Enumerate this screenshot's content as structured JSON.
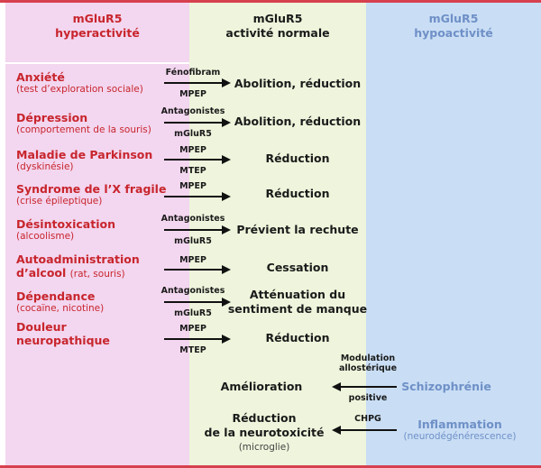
{
  "headers": {
    "hyper": [
      "mGluR5",
      "hyperactivité"
    ],
    "normal": [
      "mGluR5",
      "activité normale"
    ],
    "hypo": [
      "mGluR5",
      "hypoactivité"
    ]
  },
  "rows": [
    {
      "name": [
        "Anxiété"
      ],
      "inline": "",
      "sub": "(test d’exploration sociale)",
      "drug_top": "Fénofibram",
      "drug_bottom": "MPEP",
      "result": [
        "Abolition, réduction"
      ]
    },
    {
      "name": [
        "Dépression"
      ],
      "inline": "",
      "sub": "(comportement de la souris)",
      "drug_top": "Antagonistes",
      "drug_bottom": "mGluR5",
      "result": [
        "Abolition, réduction"
      ]
    },
    {
      "name": [
        "Maladie de Parkinson"
      ],
      "inline": "",
      "sub": "(dyskinésie)",
      "drug_top": "MPEP",
      "drug_bottom": "MTEP",
      "result": [
        "Réduction"
      ]
    },
    {
      "name": [
        "Syndrome de l’X fragile"
      ],
      "inline": "",
      "sub": "(crise épileptique)",
      "drug_top": "MPEP",
      "drug_bottom": "",
      "result": [
        "Réduction"
      ]
    },
    {
      "name": [
        "Désintoxication"
      ],
      "inline": "",
      "sub": "(alcoolisme)",
      "drug_top": "Antagonistes",
      "drug_bottom": "mGluR5",
      "result": [
        "Prévient la rechute"
      ]
    },
    {
      "name": [
        "Autoadministration",
        "d’alcool"
      ],
      "inline": "(rat, souris)",
      "sub": "",
      "drug_top": "MPEP",
      "drug_bottom": "",
      "result": [
        "Cessation"
      ]
    },
    {
      "name": [
        "Dépendance"
      ],
      "inline": "",
      "sub": "(cocaïne, nicotine)",
      "drug_top": "Antagonistes",
      "drug_bottom": "mGluR5",
      "result": [
        "Atténuation du",
        "sentiment de manque"
      ]
    },
    {
      "name": [
        "Douleur",
        "neuropathique"
      ],
      "inline": "",
      "sub": "",
      "drug_top": "MPEP",
      "drug_bottom": "MTEP",
      "result": [
        "Réduction"
      ]
    }
  ],
  "hypo_rows": [
    {
      "condition": "Schizophrénie",
      "sub": "",
      "drug": [
        "Modulation",
        "allostérique",
        "positive"
      ],
      "result": [
        "Amélioration"
      ],
      "result_sub": ""
    },
    {
      "condition": "Inflammation",
      "sub": "(neurodégénérescence)",
      "drug": [
        "CHPG"
      ],
      "result": [
        "Réduction",
        "de la neurotoxicité"
      ],
      "result_sub": "(microglie)"
    }
  ],
  "colors": {
    "red": "#c8252d",
    "blue": "#6f90c7",
    "hyper_bg": "#f3d6ef",
    "normal_bg": "#eef5dc",
    "hypo_bg": "#c9def5"
  }
}
